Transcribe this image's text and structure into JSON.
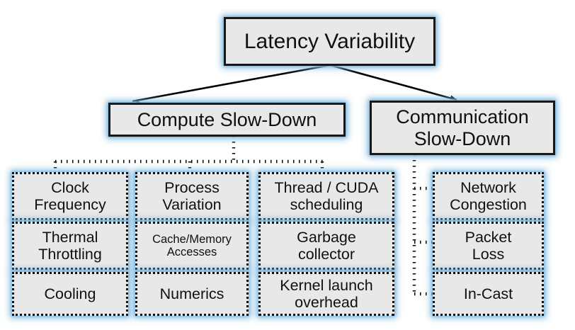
{
  "diagram": {
    "title": "Latency Variability",
    "type": "tree-taxonomy",
    "root": {
      "id": "latency-variability",
      "label": "Latency Variability"
    },
    "branches": [
      {
        "id": "compute-slow-down",
        "label": "Compute Slow-Down",
        "columns": [
          {
            "id": "clock-column",
            "items": [
              {
                "id": "clock-frequency",
                "label": "Clock\nFrequency",
                "size": "normal"
              },
              {
                "id": "thermal-throttling",
                "label": "Thermal\nThrottling",
                "size": "normal"
              },
              {
                "id": "cooling",
                "label": "Cooling",
                "size": "normal"
              }
            ]
          },
          {
            "id": "process-column",
            "items": [
              {
                "id": "process-variation",
                "label": "Process\nVariation",
                "size": "normal"
              },
              {
                "id": "cache-memory-accesses",
                "label": "Cache/Memory\nAccesses",
                "size": "small"
              },
              {
                "id": "numerics",
                "label": "Numerics",
                "size": "normal"
              }
            ]
          },
          {
            "id": "scheduling-column",
            "items": [
              {
                "id": "thread-cuda-scheduling",
                "label": "Thread / CUDA\nscheduling",
                "size": "normal"
              },
              {
                "id": "garbage-collector",
                "label": "Garbage\ncollector",
                "size": "normal"
              },
              {
                "id": "kernel-launch-overhead",
                "label": "Kernel launch\noverhead",
                "size": "normal"
              }
            ]
          }
        ]
      },
      {
        "id": "communication-slow-down",
        "label": "Communication\nSlow-Down",
        "columns": [
          {
            "id": "network-column",
            "items": [
              {
                "id": "network-congestion",
                "label": "Network\nCongestion",
                "size": "normal"
              },
              {
                "id": "packet-loss",
                "label": "Packet\nLoss",
                "size": "normal"
              },
              {
                "id": "in-cast",
                "label": "In-Cast",
                "size": "normal"
              }
            ]
          }
        ]
      }
    ],
    "colors": {
      "box_fill": "#e8e8e8",
      "box_border": "#15171a",
      "glow": "#7db7de",
      "connector": "#000000",
      "text": "#101010",
      "background": "#ffffff"
    },
    "connector_styles": {
      "root_to_branch": "solid-arrow",
      "branch_to_leaf": "dotted-line"
    }
  }
}
